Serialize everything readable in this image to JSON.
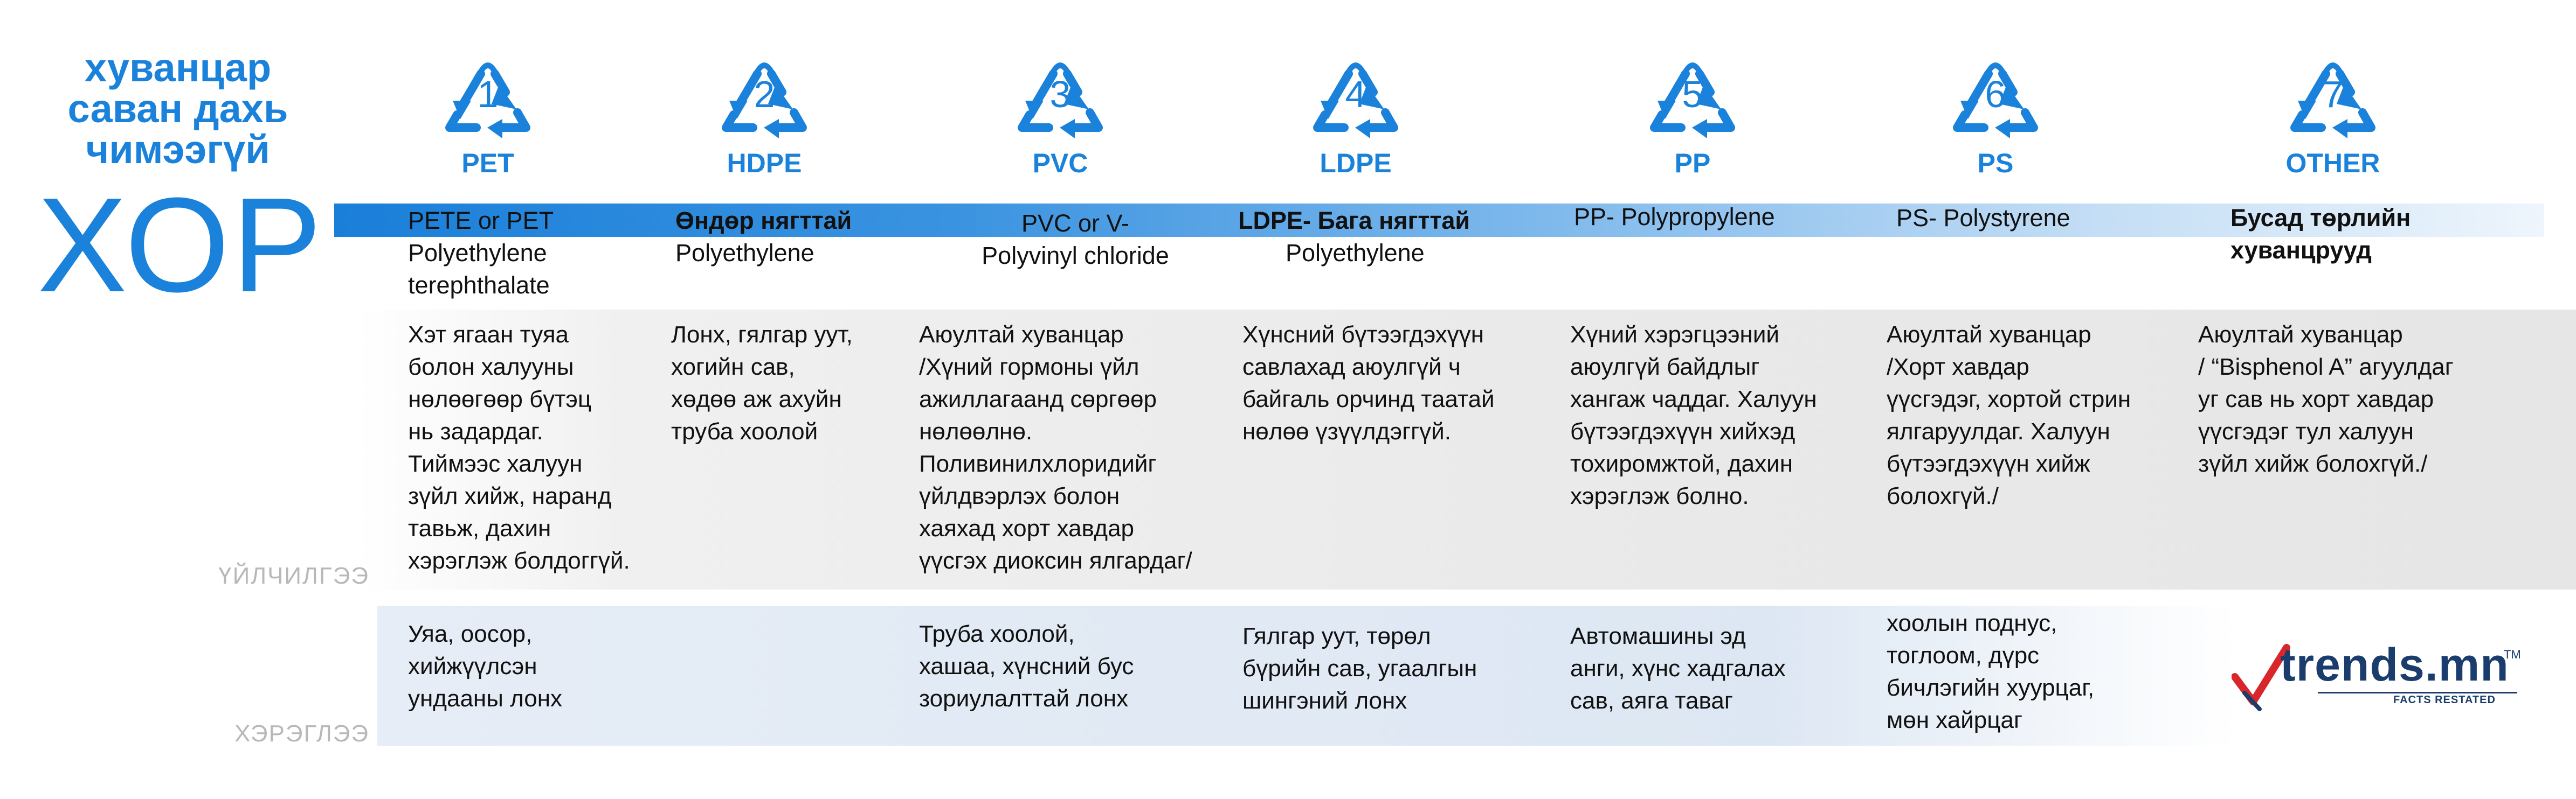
{
  "title": {
    "line1": "хуванцар",
    "line2": "саван дахь",
    "line3": "чимээгүй",
    "big": "ХОР"
  },
  "labels": {
    "usage_side": "ҮЙЛЧИЛГЭЭ",
    "use_side": "ХЭРЭГЛЭЭ"
  },
  "colors": {
    "accent": "#1a82db",
    "logo": "#1b3d6e",
    "logo_check": "#d9262b"
  },
  "plastics": [
    {
      "num": "1",
      "code": "PET",
      "name": "PETE or PET",
      "sub1": "Polyethylene",
      "sub2": "terephthalate",
      "desc": [
        "Хэт ягаан туяа",
        "болон халууны",
        "нөлөөгөөр бүтэц",
        "нь задардаг.",
        "Тиймээс халуун",
        "зүйл хийж, наранд",
        "тавьж, дахин",
        "хэрэглэж болдоггүй."
      ],
      "use": [
        "Уяа, оосор,",
        "хийжүүлсэн",
        "ундааны лонх"
      ]
    },
    {
      "num": "2",
      "code": "HDPE",
      "name": "Өндөр нягттай",
      "sub1": "Polyethylene",
      "sub2": "",
      "desc": [
        "Лонх, гялгар уут,",
        "хогийн сав,",
        "хөдөө аж ахуйн",
        "труба хоолой"
      ],
      "use": []
    },
    {
      "num": "3",
      "code": "PVC",
      "name": "PVC or V-",
      "sub1": "Polyvinyl chloride",
      "sub2": "",
      "desc": [
        "Аюултай хуванцар",
        "/Хүний гормоны үйл",
        "ажиллагаанд сөргөөр",
        "нөлөөлнө.",
        "Поливинилхлоридийг",
        "үйлдвэрлэх болон",
        "хаяхад хорт хавдар",
        "үүсгэх диоксин ялгардаг/"
      ],
      "use": [
        "Труба хоолой,",
        "хашаа, хүнсний бус",
        "зориулалттай лонх"
      ]
    },
    {
      "num": "4",
      "code": "LDPE",
      "name": "LDPE- Бага нягттай",
      "sub1": "Polyethylene",
      "sub2": "",
      "desc": [
        "Хүнсний бүтээгдэхүүн",
        "савлахад аюулгүй ч",
        "байгаль орчинд таатай",
        "нөлөө үзүүлдэггүй."
      ],
      "use": [
        "Гялгар уут, төрөл",
        "бүрийн сав, угаалгын",
        "шингэний лонх"
      ]
    },
    {
      "num": "5",
      "code": "PP",
      "name": "PP- Polypropylene",
      "sub1": "",
      "sub2": "",
      "desc": [
        "Хүний хэрэгцээний",
        "аюулгүй байдлыг",
        "хангаж чаддаг. Халуун",
        "бүтээгдэхүүн  хийхэд",
        "тохиромжтой, дахин",
        "хэрэглэж болно."
      ],
      "use": [
        "Автомашины эд",
        "анги, хүнс хадгалах",
        "сав, аяга таваг"
      ]
    },
    {
      "num": "6",
      "code": "PS",
      "name": "PS- Polystyrene",
      "sub1": "",
      "sub2": "",
      "desc": [
        "Аюултай хуванцар",
        "/Хорт хавдар",
        "үүсгэдэг, хортой стрин",
        "ялгаруулдаг. Халуун",
        "бүтээгдэхүүн хийж",
        "болохгүй./"
      ],
      "use": [
        "хоолын поднус,",
        "тоглоом, дүрс",
        "бичлэгийн хуурцаг,",
        "мөн хайрцаг"
      ]
    },
    {
      "num": "7",
      "code": "OTHER",
      "name": "Бусад төрлийн",
      "sub1": "хуванцрууд",
      "sub2": "",
      "desc": [
        "Аюултай хуванцар",
        "/ “Bisphenol A”  агуулдаг",
        "уг сав нь хорт хавдар",
        "үүсгэдэг тул халуун",
        "зүйл хийж болохгүй./"
      ],
      "use": []
    }
  ],
  "logo": {
    "word": "trends.mn",
    "tm": "TM",
    "sub": "FACTS RESTATED"
  }
}
